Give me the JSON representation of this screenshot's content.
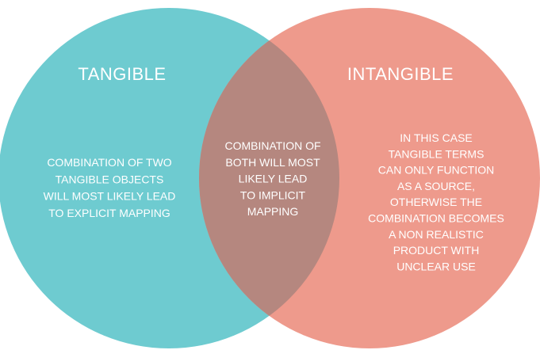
{
  "colors": {
    "left_circle": "#6ecbd0",
    "right_circle": "#ee9a8c",
    "overlap": "#b5877f",
    "text": "#ffffff",
    "background": "#ffffff"
  },
  "diagram": {
    "left": {
      "title": "TANGIBLE",
      "lines": [
        "COMBINATION OF TWO",
        "TANGIBLE OBJECTS",
        "WILL MOST LIKELY LEAD",
        "TO EXPLICIT MAPPING"
      ]
    },
    "overlap": {
      "lines": [
        "COMBINATION OF",
        "BOTH WILL MOST",
        "LIKELY LEAD",
        "TO IMPLICIT",
        "MAPPING"
      ]
    },
    "right": {
      "title": "INTANGIBLE",
      "lines": [
        "IN THIS CASE",
        "TANGIBLE TERMS",
        "CAN ONLY FUNCTION",
        "AS A SOURCE,",
        "OTHERWISE THE",
        "COMBINATION BECOMES",
        "A NON REALISTIC",
        "PRODUCT WITH",
        "UNCLEAR USE"
      ]
    }
  }
}
